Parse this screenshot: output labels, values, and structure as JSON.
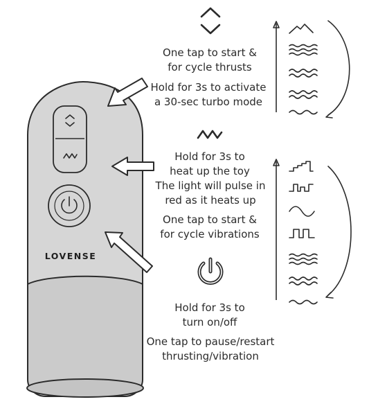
{
  "device": {
    "brand": "LOVENSE"
  },
  "instructions": {
    "thrust": {
      "line1": "One tap to start  &",
      "line2": "for cycle thrusts",
      "line3": "Hold for 3s to activate",
      "line4": "a 30-sec turbo mode"
    },
    "heat": {
      "line1": "Hold for 3s to",
      "line2": "heat up the toy",
      "line3": "The light will pulse in",
      "line4": "red as it heats up",
      "line5": "One tap to start  &",
      "line6": "for cycle vibrations"
    },
    "power": {
      "line1": "Hold for 3s to",
      "line2": "turn on/off",
      "line3": "One tap to pause/restart",
      "line4": "thrusting/vibration"
    }
  },
  "colors": {
    "body": "#d6d6d6",
    "body_lower": "#cbcbcb",
    "outline": "#2b2b2b",
    "text": "#2b2b2b",
    "arrow_fill": "#ffffff"
  },
  "icons": {
    "thrust_button": "up-down-chevron-icon",
    "heat_button": "wave-icon",
    "power_button": "power-icon"
  }
}
